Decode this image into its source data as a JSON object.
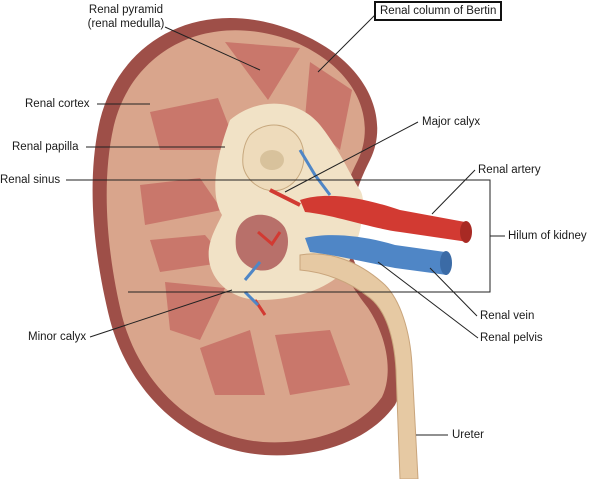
{
  "labels": {
    "renal_pyramid_line1": "Renal pyramid",
    "renal_pyramid_line2": "(renal medulla)",
    "renal_column": "Renal column of Bertin",
    "renal_cortex": "Renal cortex",
    "renal_papilla": "Renal papilla",
    "renal_sinus": "Renal sinus",
    "major_calyx": "Major calyx",
    "renal_artery": "Renal artery",
    "hilum": "Hilum of kidney",
    "minor_calyx": "Minor calyx",
    "renal_vein": "Renal vein",
    "renal_pelvis": "Renal pelvis",
    "ureter": "Ureter"
  },
  "colors": {
    "capsule": "#9e4f48",
    "cortex": "#d9a58c",
    "pyramid": "#c9776b",
    "sinus_fat": "#f1e2c6",
    "ureter": "#e6c9a3",
    "artery": "#d23a32",
    "vein": "#4f86c6",
    "leader": "#222222"
  }
}
